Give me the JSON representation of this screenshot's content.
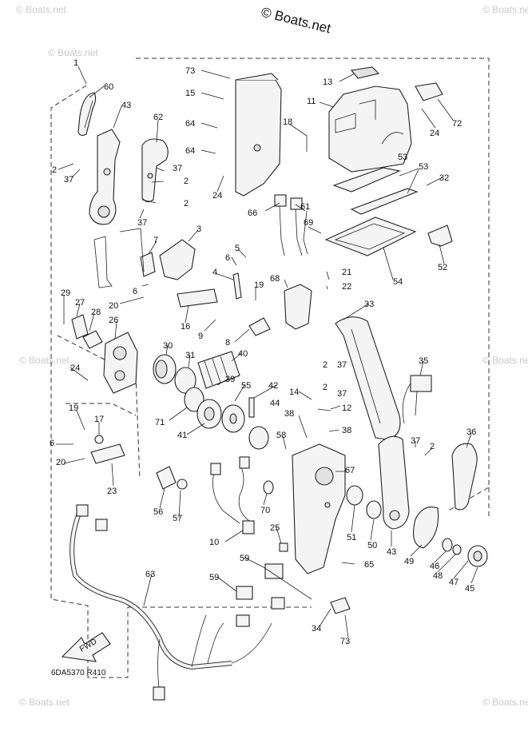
{
  "copyright": "© Boats.net",
  "watermark": "© Boats.net",
  "fwd_label": "FWD",
  "diagram_code": "6DA5370 R410",
  "labels": [
    {
      "id": "l1",
      "text": "1"
    },
    {
      "id": "l60",
      "text": "60"
    },
    {
      "id": "l43a",
      "text": "43"
    },
    {
      "id": "l62",
      "text": "62"
    },
    {
      "id": "l2a",
      "text": "2"
    },
    {
      "id": "l37a",
      "text": "37"
    },
    {
      "id": "l37b",
      "text": "37"
    },
    {
      "id": "l2b",
      "text": "2"
    },
    {
      "id": "l2c",
      "text": "2"
    },
    {
      "id": "l37c",
      "text": "37"
    },
    {
      "id": "l73a",
      "text": "73"
    },
    {
      "id": "l15",
      "text": "15"
    },
    {
      "id": "l64a",
      "text": "64"
    },
    {
      "id": "l64b",
      "text": "64"
    },
    {
      "id": "l24a",
      "text": "24"
    },
    {
      "id": "l13",
      "text": "13"
    },
    {
      "id": "l11",
      "text": "11"
    },
    {
      "id": "l24b",
      "text": "24"
    },
    {
      "id": "l72",
      "text": "72"
    },
    {
      "id": "l18",
      "text": "18"
    },
    {
      "id": "l53a",
      "text": "53"
    },
    {
      "id": "l53b",
      "text": "53"
    },
    {
      "id": "l32",
      "text": "32"
    },
    {
      "id": "l66",
      "text": "66"
    },
    {
      "id": "l61",
      "text": "61"
    },
    {
      "id": "l69",
      "text": "69"
    },
    {
      "id": "l52",
      "text": "52"
    },
    {
      "id": "l3",
      "text": "3"
    },
    {
      "id": "l7",
      "text": "7"
    },
    {
      "id": "l5",
      "text": "5"
    },
    {
      "id": "l6a",
      "text": "6"
    },
    {
      "id": "l4",
      "text": "4"
    },
    {
      "id": "l6b",
      "text": "6"
    },
    {
      "id": "l20a",
      "text": "20"
    },
    {
      "id": "l21",
      "text": "21"
    },
    {
      "id": "l22",
      "text": "22"
    },
    {
      "id": "l54",
      "text": "54"
    },
    {
      "id": "l68",
      "text": "68"
    },
    {
      "id": "l19a",
      "text": "19"
    },
    {
      "id": "l16",
      "text": "16"
    },
    {
      "id": "l9",
      "text": "9"
    },
    {
      "id": "l8",
      "text": "8"
    },
    {
      "id": "l29",
      "text": "29"
    },
    {
      "id": "l27",
      "text": "27"
    },
    {
      "id": "l28",
      "text": "28"
    },
    {
      "id": "l26",
      "text": "26"
    },
    {
      "id": "l33",
      "text": "33"
    },
    {
      "id": "l30",
      "text": "30"
    },
    {
      "id": "l31",
      "text": "31"
    },
    {
      "id": "l40",
      "text": "40"
    },
    {
      "id": "l2d",
      "text": "2"
    },
    {
      "id": "l37d",
      "text": "37"
    },
    {
      "id": "l35",
      "text": "35"
    },
    {
      "id": "l24c",
      "text": "24"
    },
    {
      "id": "l39",
      "text": "39"
    },
    {
      "id": "l2e",
      "text": "2"
    },
    {
      "id": "l37e",
      "text": "37"
    },
    {
      "id": "l55",
      "text": "55"
    },
    {
      "id": "l42",
      "text": "42"
    },
    {
      "id": "l14",
      "text": "14"
    },
    {
      "id": "l12",
      "text": "12"
    },
    {
      "id": "l44",
      "text": "44"
    },
    {
      "id": "l71",
      "text": "71"
    },
    {
      "id": "l38a",
      "text": "38"
    },
    {
      "id": "l19b",
      "text": "19"
    },
    {
      "id": "l17",
      "text": "17"
    },
    {
      "id": "l38b",
      "text": "38"
    },
    {
      "id": "l36",
      "text": "36"
    },
    {
      "id": "l41",
      "text": "41"
    },
    {
      "id": "l58",
      "text": "58"
    },
    {
      "id": "l37f",
      "text": "37"
    },
    {
      "id": "l2f",
      "text": "2"
    },
    {
      "id": "l6c",
      "text": "6"
    },
    {
      "id": "l20b",
      "text": "20"
    },
    {
      "id": "l67",
      "text": "67"
    },
    {
      "id": "l23",
      "text": "23"
    },
    {
      "id": "l56",
      "text": "56"
    },
    {
      "id": "l57",
      "text": "57"
    },
    {
      "id": "l70",
      "text": "70"
    },
    {
      "id": "l51",
      "text": "51"
    },
    {
      "id": "l50",
      "text": "50"
    },
    {
      "id": "l43b",
      "text": "43"
    },
    {
      "id": "l49",
      "text": "49"
    },
    {
      "id": "l46",
      "text": "46"
    },
    {
      "id": "l48",
      "text": "48"
    },
    {
      "id": "l47",
      "text": "47"
    },
    {
      "id": "l45",
      "text": "45"
    },
    {
      "id": "l10",
      "text": "10"
    },
    {
      "id": "l25",
      "text": "25"
    },
    {
      "id": "l65",
      "text": "65"
    },
    {
      "id": "l59a",
      "text": "59"
    },
    {
      "id": "l63",
      "text": "63"
    },
    {
      "id": "l59b",
      "text": "59"
    },
    {
      "id": "l34",
      "text": "34"
    },
    {
      "id": "l73b",
      "text": "73"
    }
  ]
}
